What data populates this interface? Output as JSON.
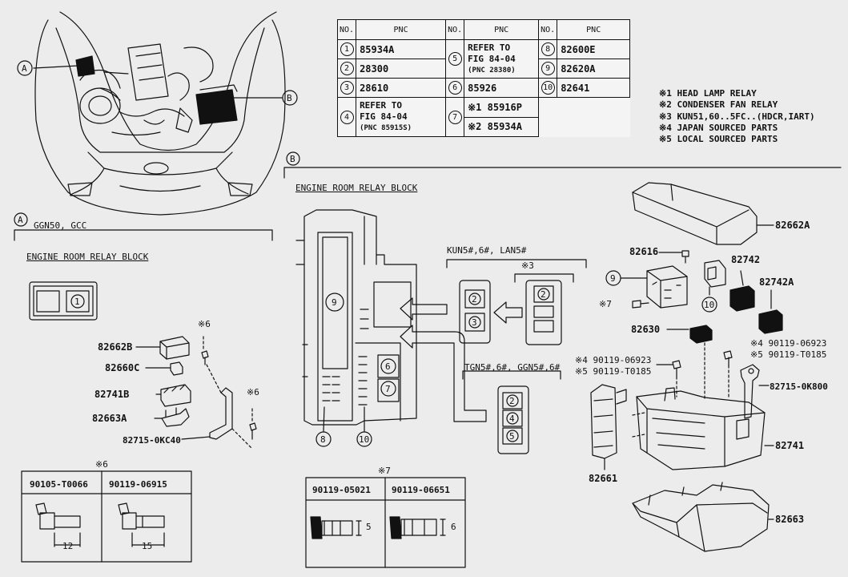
{
  "pnc_table": {
    "headers": [
      "NO.",
      "PNC",
      "NO.",
      "PNC",
      "NO.",
      "PNC"
    ],
    "rows": [
      {
        "no1": "1",
        "pnc1": "85934A",
        "no2": "5",
        "pnc2": [
          "REFER TO",
          "FIG 84-04",
          "(PNC 28380)"
        ],
        "no3": "8",
        "pnc3": "82600E"
      },
      {
        "no1": "2",
        "pnc1": "28300",
        "no3": "9",
        "pnc3": "82620A"
      },
      {
        "no1": "3",
        "pnc1": "28610",
        "no2": "6",
        "pnc2": "85926",
        "no3": "10",
        "pnc3": "82641"
      },
      {
        "no1": "4",
        "pnc1": [
          "REFER TO",
          "FIG 84-04",
          "(PNC 85915S)"
        ],
        "no2": "7",
        "pnc2a": "※1 85916P",
        "pnc2b": "※2 85934A"
      }
    ]
  },
  "notes": [
    "※1 HEAD LAMP RELAY",
    "※2 CONDENSER FAN RELAY",
    "※3 KUN51,60..5FC..(HDCR,IART)",
    "※4 JAPAN SOURCED PARTS",
    "※5 LOCAL SOURCED PARTS"
  ],
  "engine_view": {
    "label_a": "A",
    "label_b": "B"
  },
  "section_a": {
    "marker": "A",
    "model": "GGN50, GCC",
    "title": "ENGINE ROOM RELAY BLOCK",
    "fuse_slot": "1",
    "parts": [
      "82662B",
      "82660C",
      "82741B",
      "82663A",
      "82715-0KC40"
    ],
    "note6a": "※6",
    "note6b": "※6",
    "fastener_box": {
      "header": "※6",
      "cols": [
        "90105-T0066",
        "90119-06915"
      ],
      "dims": [
        "12",
        "15"
      ]
    }
  },
  "section_b": {
    "marker": "B",
    "title": "ENGINE ROOM RELAY BLOCK",
    "block_callouts": [
      "9",
      "8",
      "10"
    ],
    "block_slots": [
      "6",
      "7"
    ],
    "kun_label": "KUN5#,6#, LAN5#",
    "note3": "※3",
    "kun_relays": [
      "2",
      "3"
    ],
    "note3_relays": [
      "2"
    ],
    "tgn_label": "TGN5#,6#, GGN5#,6#",
    "tgn_relays": [
      "2",
      "4",
      "5"
    ],
    "fastener_box": {
      "header": "※7",
      "cols": [
        "90119-05021",
        "90119-06651"
      ],
      "dims": [
        "5",
        "6"
      ]
    },
    "parts": {
      "cover": "82662A",
      "p82616": "82616",
      "p82742": "82742",
      "p82742a": "82742A",
      "p82630": "82630",
      "p82715": "82715-0K800",
      "p82741": "82741",
      "p82661": "82661",
      "p82663": "82663",
      "bolt_a1": "※4 90119-06923",
      "bolt_a2": "※5 90119-T0185",
      "bolt_b1": "※4 90119-06923",
      "bolt_b2": "※5 90119-T0185",
      "note7": "※7",
      "c9": "9",
      "c10": "10"
    }
  }
}
